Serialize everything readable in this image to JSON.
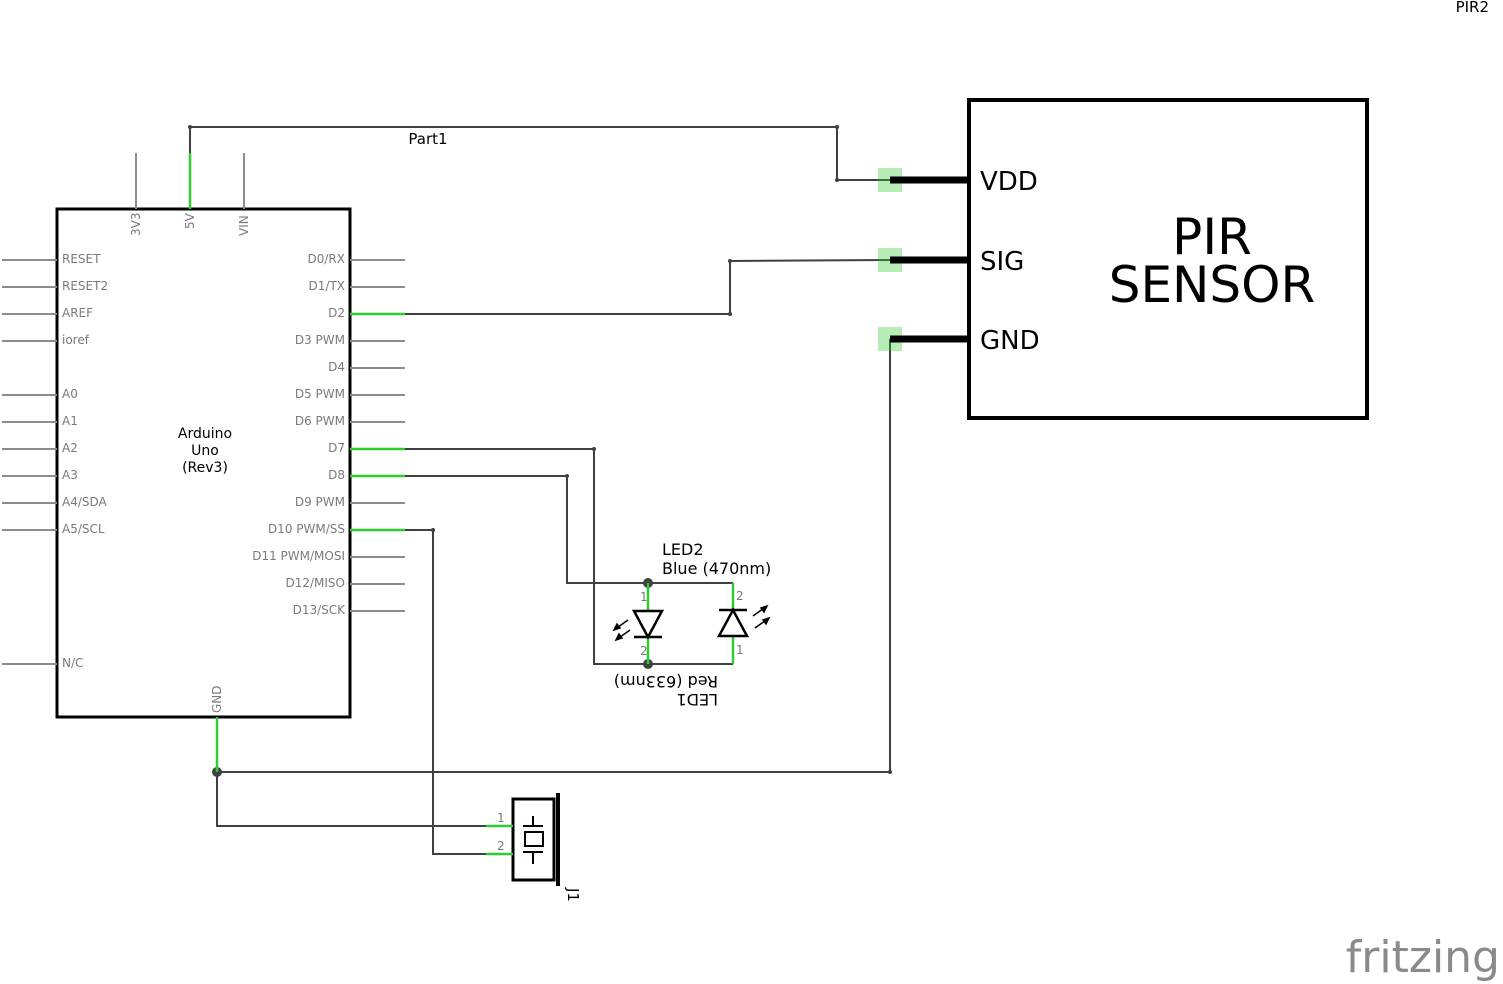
{
  "title_ref": "PIR2",
  "arduino": {
    "ref": "Part1",
    "name_lines": [
      "Arduino",
      "Uno",
      "(Rev3)"
    ],
    "top_pins": [
      "3V3",
      "5V",
      "VIN"
    ],
    "left_pins": [
      "RESET",
      "RESET2",
      "AREF",
      "ioref",
      "A0",
      "A1",
      "A2",
      "A3",
      "A4/SDA",
      "A5/SCL",
      "N/C"
    ],
    "right_pins": [
      "D0/RX",
      "D1/TX",
      "D2",
      "D3 PWM",
      "D4",
      "D5 PWM",
      "D6 PWM",
      "D7",
      "D8",
      "D9 PWM",
      "D10 PWM/SS",
      "D11 PWM/MOSI",
      "D12/MISO",
      "D13/SCK"
    ],
    "bottom_pin": "GND"
  },
  "pir": {
    "title_lines": [
      "PIR",
      "SENSOR"
    ],
    "pins": [
      "VDD",
      "SIG",
      "GND"
    ]
  },
  "led2": {
    "ref": "LED2",
    "value": "Blue (470nm)",
    "pin_top": "2",
    "pin_bottom": "1"
  },
  "led1": {
    "ref": "LED1",
    "value": "Red (633nm)",
    "pin_top": "1",
    "pin_bottom": "2"
  },
  "j1": {
    "ref": "J1",
    "pins": [
      "1",
      "2"
    ]
  },
  "watermark": "fritzing",
  "colors": {
    "wire": "#404040",
    "connected": "#2fcc2f",
    "body": "#000000",
    "pin_label": "#7a7a7a"
  }
}
